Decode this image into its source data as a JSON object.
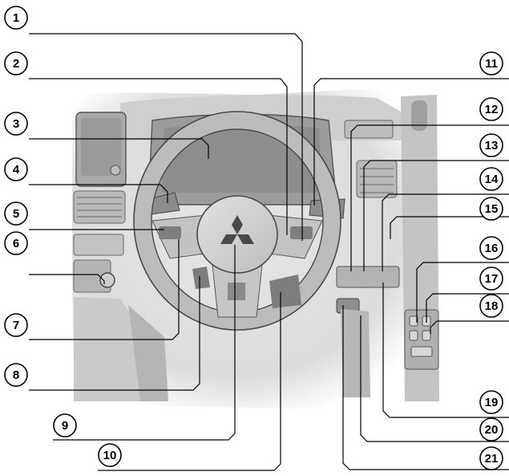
{
  "figure": {
    "subject": "vehicle-cockpit-illustration",
    "colors": {
      "background": "#ffffff",
      "shading": "#d9d9d9",
      "shading_dark": "#a8a8a8",
      "wheel": "#c9c9c9",
      "line": "#000000"
    }
  },
  "callouts": [
    {
      "id": "1",
      "label": "1"
    },
    {
      "id": "2",
      "label": "2"
    },
    {
      "id": "3",
      "label": "3"
    },
    {
      "id": "4",
      "label": "4"
    },
    {
      "id": "5",
      "label": "5"
    },
    {
      "id": "6",
      "label": "6"
    },
    {
      "id": "7",
      "label": "7"
    },
    {
      "id": "8",
      "label": "8"
    },
    {
      "id": "9",
      "label": "9"
    },
    {
      "id": "10",
      "label": "10"
    },
    {
      "id": "11",
      "label": "11"
    },
    {
      "id": "12",
      "label": "12"
    },
    {
      "id": "13",
      "label": "13"
    },
    {
      "id": "14",
      "label": "14"
    },
    {
      "id": "15",
      "label": "15"
    },
    {
      "id": "16",
      "label": "16"
    },
    {
      "id": "17",
      "label": "17"
    },
    {
      "id": "18",
      "label": "18"
    },
    {
      "id": "19",
      "label": "19"
    },
    {
      "id": "20",
      "label": "20"
    },
    {
      "id": "21",
      "label": "21"
    }
  ]
}
